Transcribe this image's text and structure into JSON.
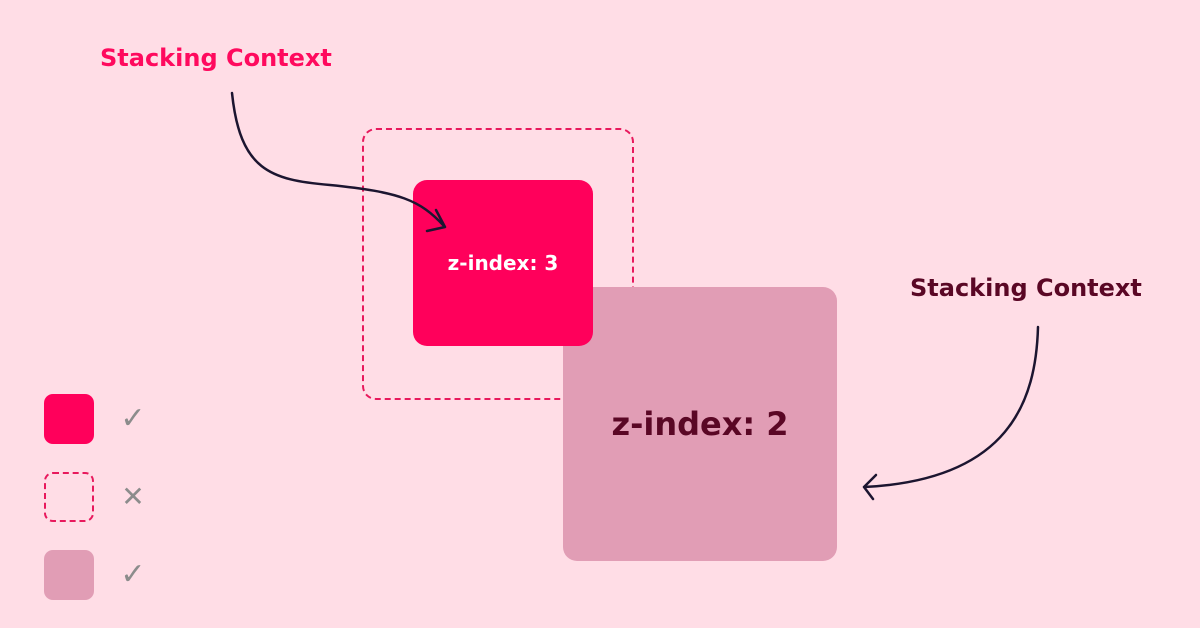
{
  "labels": {
    "stacking_context_top": "Stacking Context",
    "stacking_context_right": "Stacking Context"
  },
  "boxes": {
    "pink_box_text": "z-index: 3",
    "mauve_box_text": "z-index: 2"
  },
  "legend": [
    {
      "swatch": "solid-pink",
      "mark": "✓",
      "icon": "check-icon"
    },
    {
      "swatch": "dashed-outline",
      "mark": "✕",
      "icon": "cross-icon"
    },
    {
      "swatch": "solid-mauve",
      "mark": "✓",
      "icon": "check-icon"
    }
  ],
  "colors": {
    "background": "#ffdde6",
    "pink": "#ff005b",
    "mauve": "#e19db5",
    "dark_maroon": "#5a0725",
    "arrow": "#1c1530",
    "legend_mark": "#8c8c8c"
  }
}
